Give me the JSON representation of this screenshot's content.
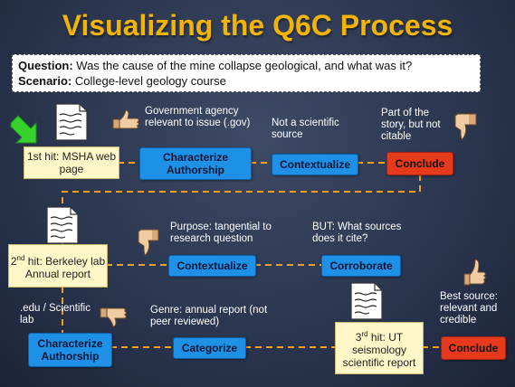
{
  "title": "Visualizing the Q6C Process",
  "question": {
    "label": "Question:",
    "text": " Was the cause of the mine collapse geological, and what was it?"
  },
  "scenario": {
    "label": "Scenario:",
    "text": " College-level geology course"
  },
  "hits": {
    "h1": "1st hit: MSHA web page",
    "h2_pre": "2",
    "h2_sup": "nd",
    "h2_post": " hit: Berkeley lab Annual report",
    "h3_pre": "3",
    "h3_sup": "rd",
    "h3_post": " hit: UT seismology scientific report"
  },
  "nodes": {
    "char1": "Characterize Authorship",
    "ctx1": "Contextualize",
    "conc1": "Conclude",
    "ctx2": "Contextualize",
    "corr": "Corroborate",
    "char2": "Characterize Authorship",
    "cat": "Categorize",
    "conc2": "Conclude"
  },
  "notes": {
    "gov": "Government agency relevant to issue (.gov)",
    "notsci": "Not a scientific source",
    "partstory": "Part of the story, but not citable",
    "purpose": "Purpose: tangential to research question",
    "but": "BUT: What sources does it cite?",
    "edu": ".edu / Scientific lab",
    "genre": "Genre: annual report (not peer reviewed)",
    "best": "Best source: relevant and credible"
  },
  "icons": [
    "green-arrow-icon",
    "document-icon",
    "thumbs-up-icon",
    "thumbs-down-icon"
  ],
  "colors": {
    "title": "#f3b400",
    "node_blue": "#1e90e6",
    "node_red": "#e7391c",
    "hit_fill": "#fff7c8",
    "connector": "#f0a020"
  }
}
